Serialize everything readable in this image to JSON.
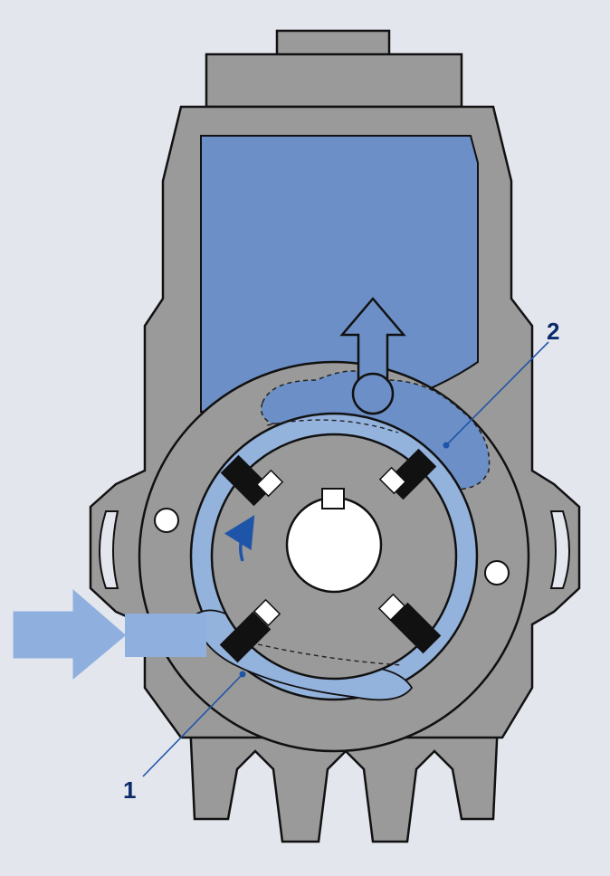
{
  "diagram": {
    "callouts": [
      {
        "id": "callout-1",
        "label": "1"
      },
      {
        "id": "callout-2",
        "label": "2"
      }
    ],
    "colors": {
      "page_background": "#e4e6ee",
      "housing": "#9a9a9a",
      "housing_dark": "#8c8c8c",
      "fluid": "#6b8fc6",
      "fluid_light": "#93b2dc",
      "arrow_fill": "#8fb0df",
      "vane": "#111111",
      "outline": "#111111",
      "callout_text": "#0b2a6a",
      "rotation_arrow": "#1f55a8"
    },
    "icons": {
      "inlet": "inlet-arrow-icon",
      "outlet": "outlet-arrow-icon",
      "rotation": "rotation-arrow-icon"
    }
  }
}
